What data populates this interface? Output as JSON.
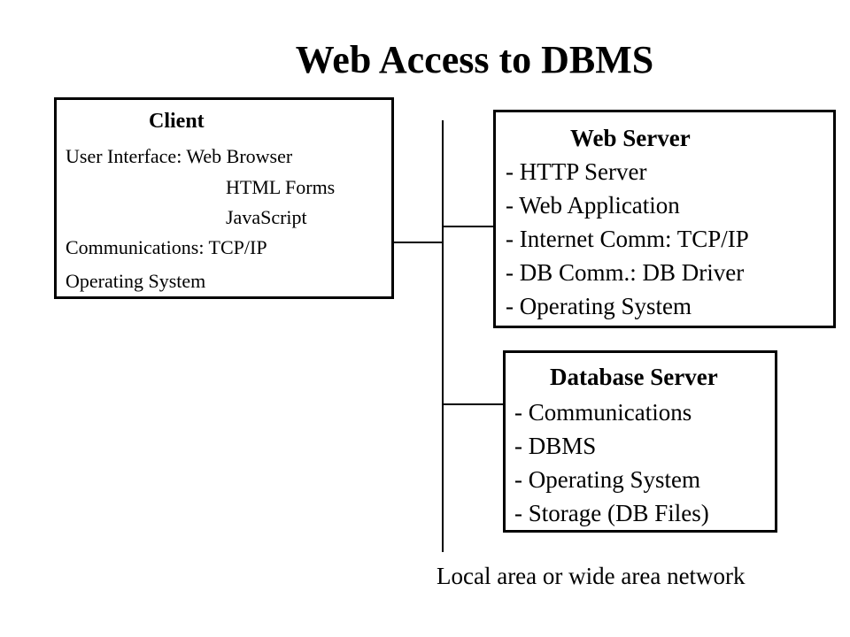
{
  "title": "Web Access to DBMS",
  "client": {
    "heading": "Client",
    "lines": [
      "User Interface: Web Browser",
      "HTML Forms",
      "JavaScript",
      "Communications: TCP/IP",
      "Operating System"
    ]
  },
  "web_server": {
    "heading": "Web  Server",
    "lines": [
      "- HTTP Server",
      "- Web Application",
      "- Internet Comm: TCP/IP",
      "- DB Comm.: DB Driver",
      "- Operating System"
    ]
  },
  "database_server": {
    "heading": "Database Server",
    "lines": [
      "- Communications",
      "- DBMS",
      "- Operating System",
      "- Storage (DB Files)"
    ]
  },
  "network_caption": "Local area or wide area network"
}
